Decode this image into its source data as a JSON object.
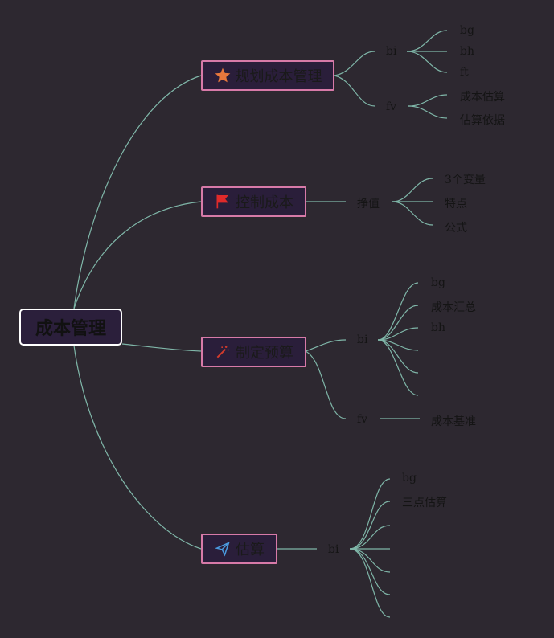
{
  "root": {
    "label": "成本管理"
  },
  "branches": [
    {
      "label": "规划成本管理",
      "icon": "star-icon",
      "children": [
        {
          "label": "bi",
          "items": [
            "bg",
            "bh",
            "ft"
          ]
        },
        {
          "label": "fv",
          "items": [
            "成本估算",
            "估算依据"
          ]
        }
      ]
    },
    {
      "label": "控制成本",
      "icon": "flag-icon",
      "children": [
        {
          "label": "挣值",
          "items": [
            "3个变量",
            "特点",
            "公式"
          ]
        }
      ]
    },
    {
      "label": "制定预算",
      "icon": "magic-wand-icon",
      "children": [
        {
          "label": "bi",
          "items": [
            "bg",
            "成本汇总",
            "bh",
            "",
            "",
            ""
          ]
        },
        {
          "label": "fv",
          "items": [
            "成本基准"
          ]
        }
      ]
    },
    {
      "label": "估算",
      "icon": "paper-plane-icon",
      "children": [
        {
          "label": "bi",
          "items": [
            "bg",
            "三点估算",
            "",
            "",
            "",
            "",
            ""
          ]
        }
      ]
    }
  ],
  "colors": {
    "background": "#2d2830",
    "line": "#7fb6a8",
    "node_border": "#d77aa8",
    "root_border": "#ffffff"
  }
}
